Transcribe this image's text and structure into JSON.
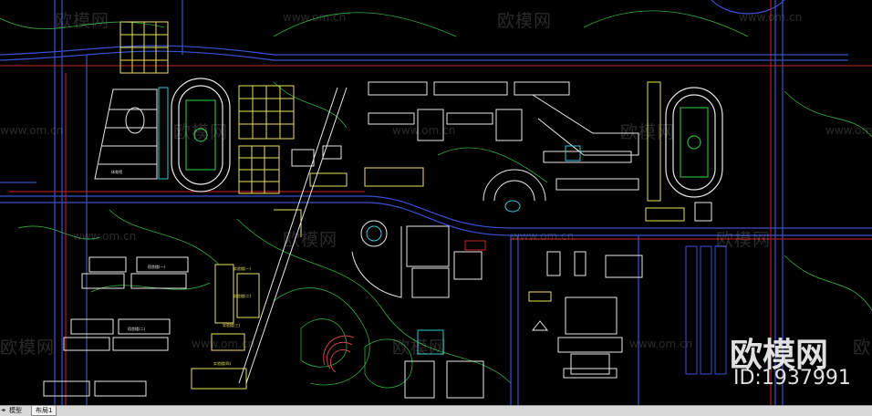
{
  "tabs": [
    {
      "label": "模型"
    },
    {
      "label": "布局1"
    }
  ],
  "watermarks": {
    "cn": "欧模网",
    "url": "www.om.cn"
  },
  "brand": {
    "name": "欧模网",
    "id": "ID:1937991"
  },
  "plan_labels": {
    "gym": "体育馆",
    "lab_a": "实验楼(一)",
    "lab_b": "实验楼(二)",
    "lab_c": "实验楼(三)",
    "lab_d": "实验楼(四)",
    "dorm_a": "宿舍楼(一)",
    "dorm_b": "宿舍楼(二)"
  },
  "colors": {
    "background": "#000000",
    "road": "#3a4fd0",
    "boundary": "#cc2222",
    "green": "#2fae3f",
    "building": "#e8e8e8",
    "yellow": "#e6e060",
    "cyan": "#35c6d6"
  }
}
